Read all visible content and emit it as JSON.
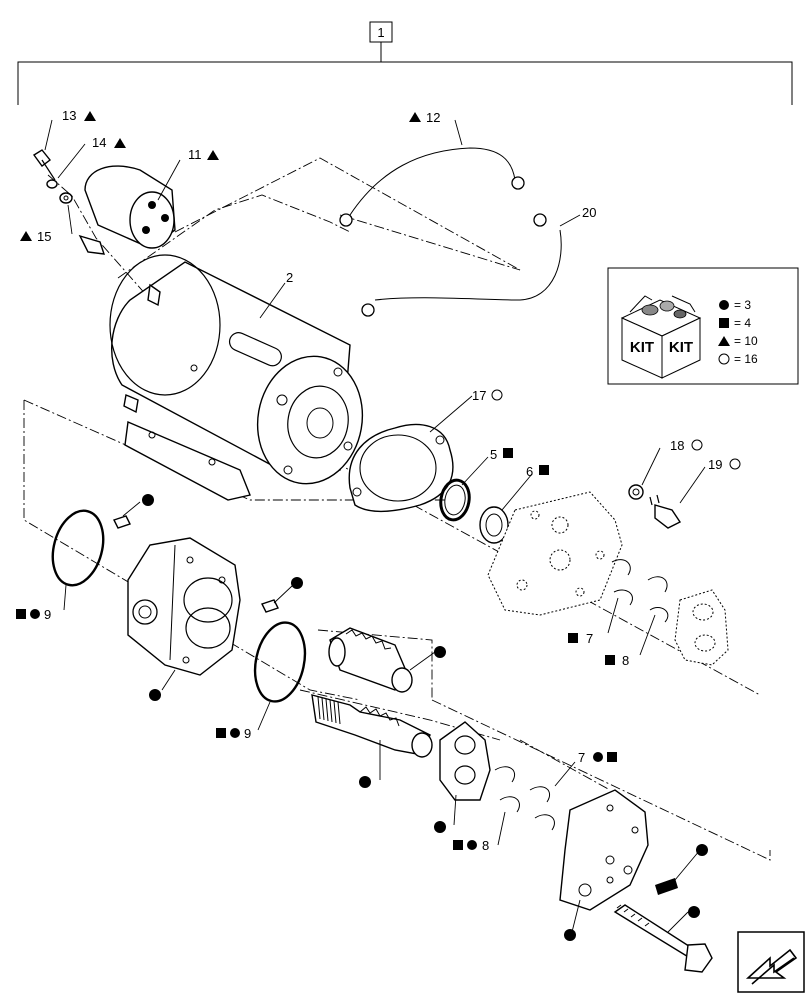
{
  "assembly": {
    "ref": "1"
  },
  "callouts": {
    "c2": "2",
    "c5": "5",
    "c6": "6",
    "c7a": "7",
    "c7b": "7",
    "c8a": "8",
    "c8b": "8",
    "c9a": "9",
    "c9b": "9",
    "c11": "11",
    "c12": "12",
    "c13": "13",
    "c14": "14",
    "c15": "15",
    "c17": "17",
    "c18": "18",
    "c19": "19",
    "c20": "20"
  },
  "kit_legend": {
    "box_label_1": "KIT",
    "box_label_2": "KIT",
    "rows": [
      {
        "symbol": "filled-circle",
        "text": "= 3"
      },
      {
        "symbol": "filled-square",
        "text": "= 4"
      },
      {
        "symbol": "filled-triangle",
        "text": "= 10"
      },
      {
        "symbol": "open-circle",
        "text": "= 16"
      }
    ]
  }
}
